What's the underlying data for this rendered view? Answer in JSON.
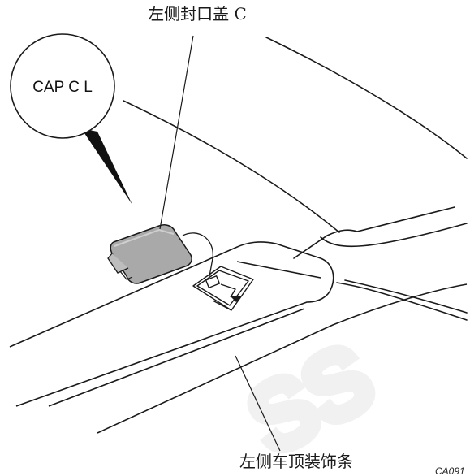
{
  "labels": {
    "cap_c_left": "左侧封口盖 C",
    "roof_side_garnish_left": "左侧车顶装饰条",
    "callout_part_code": "CAP C L",
    "figure_code": "CA091"
  },
  "watermark": "ss",
  "colors": {
    "line": "#1a1a1a",
    "cap_fill": "#a9a9a9",
    "cap_light": "#cfcfcf",
    "watermark": "#f1f1f1",
    "background": "#ffffff"
  }
}
